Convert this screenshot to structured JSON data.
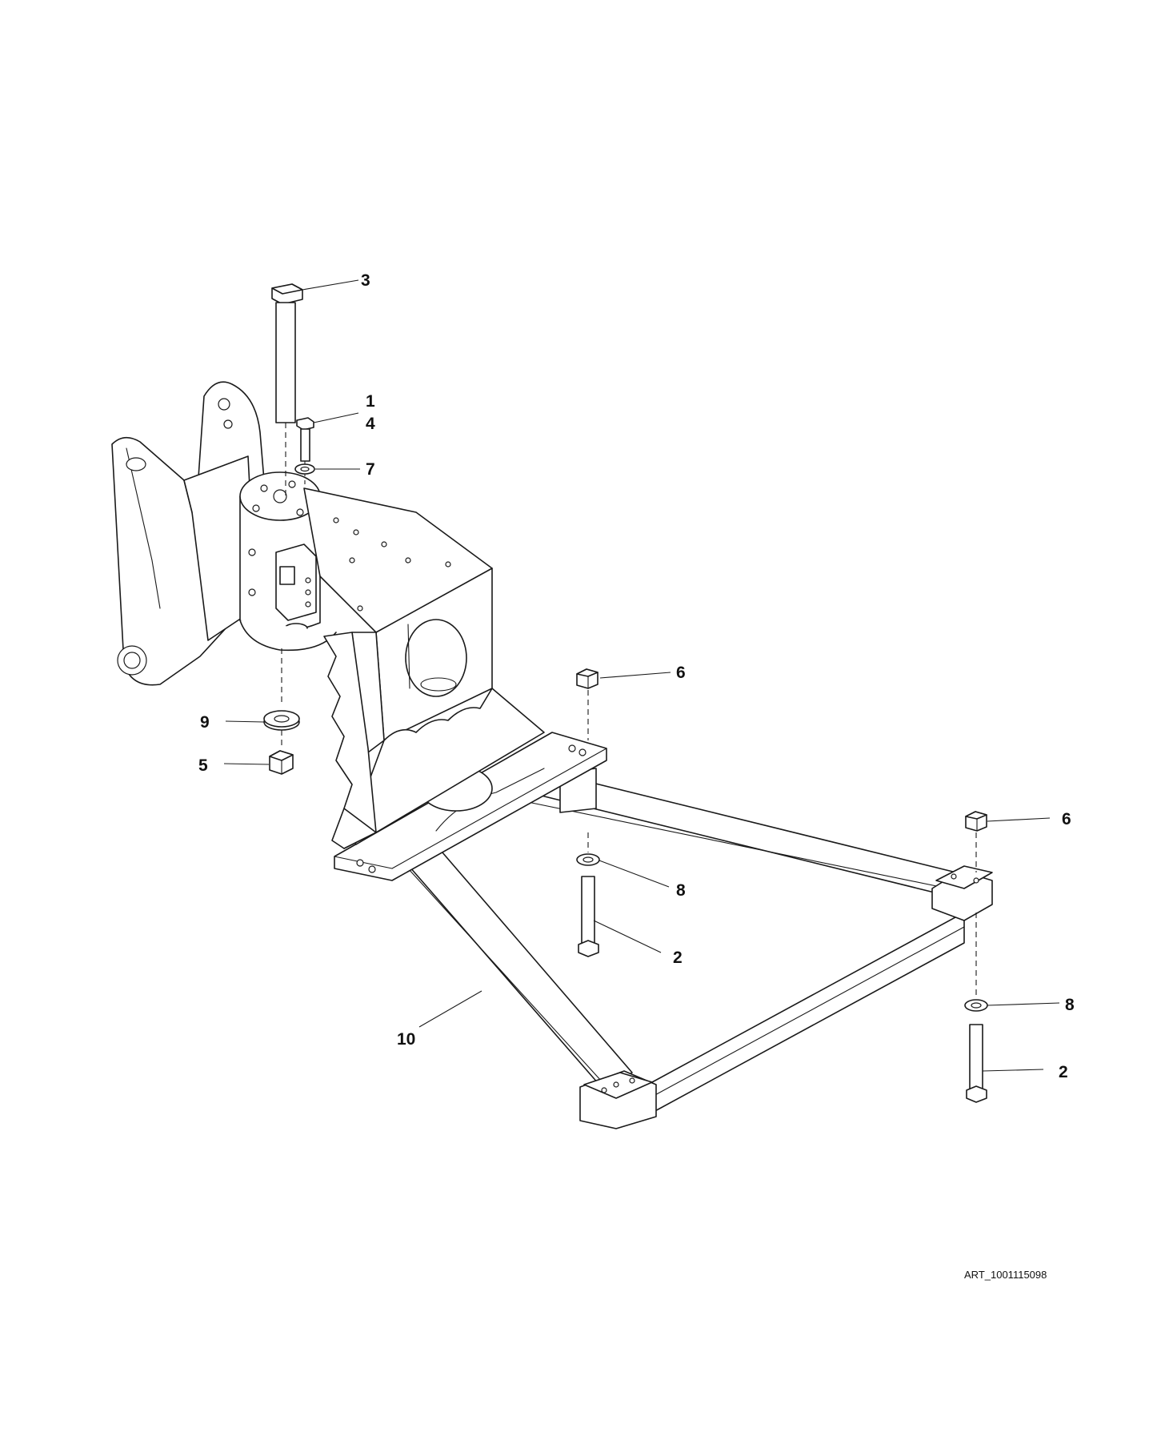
{
  "callouts": {
    "c1": "1",
    "c2a": "2",
    "c2b": "2",
    "c3": "3",
    "c4": "4",
    "c5": "5",
    "c6a": "6",
    "c6b": "6",
    "c7": "7",
    "c8a": "8",
    "c8b": "8",
    "c9": "9",
    "c10": "10"
  },
  "art_reference": "ART_1001115098",
  "colors": {
    "line": "#1a1a1a",
    "background": "#ffffff"
  }
}
